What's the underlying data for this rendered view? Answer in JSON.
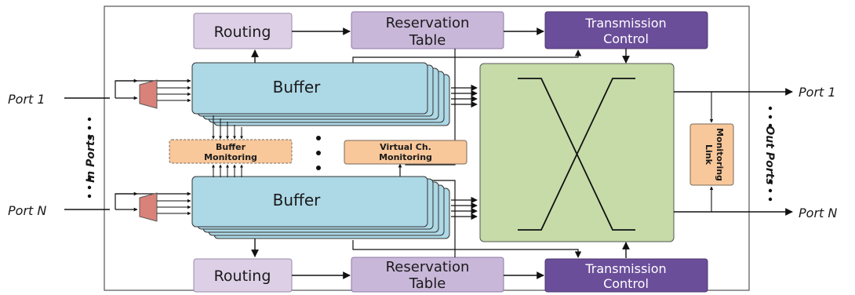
{
  "diagram": {
    "routing_label": "Routing",
    "reservation_table_line1": "Reservation",
    "reservation_table_line2": "Table",
    "transmission_control_line1": "Transmission",
    "transmission_control_line2": "Control",
    "buffer_label": "Buffer",
    "buffer_monitoring_line1": "Buffer",
    "buffer_monitoring_line2": "Monitoring",
    "virtual_channel_monitoring_line1": "Virtual Ch.",
    "virtual_channel_monitoring_line2": "Monitoring",
    "link_monitoring_line1": "Link",
    "link_monitoring_line2": "Monitoring",
    "in_port_1": "Port 1",
    "in_port_n": "Port N",
    "out_port_1": "Port 1",
    "out_port_n": "Port N",
    "in_ports_label": "In Ports",
    "out_ports_label": "Out Ports"
  },
  "colors": {
    "routing_fill": "#ddd0e6",
    "reservation_fill": "#c9b7d9",
    "transmission_fill": "#6b4e9a",
    "buffer_fill": "#add8e6",
    "monitor_fill": "#f8c79a",
    "crossbar_fill": "#c6dba8",
    "mux_fill": "#d9827a"
  }
}
